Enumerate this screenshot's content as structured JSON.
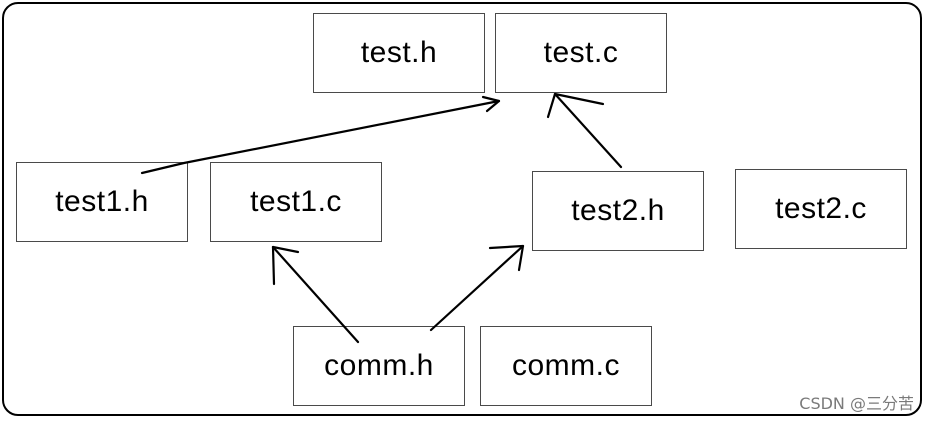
{
  "nodes": {
    "test_h": "test.h",
    "test_c": "test.c",
    "test1_h": "test1.h",
    "test1_c": "test1.c",
    "test2_h": "test2.h",
    "test2_c": "test2.c",
    "comm_h": "comm.h",
    "comm_c": "comm.c"
  },
  "edges": [
    {
      "from": "test1.h",
      "to": "test.c"
    },
    {
      "from": "test2.h",
      "to": "test.c"
    },
    {
      "from": "comm.h",
      "to": "test1.c"
    },
    {
      "from": "comm.h",
      "to": "test2.h"
    }
  ],
  "watermark": "CSDN @三分苦"
}
